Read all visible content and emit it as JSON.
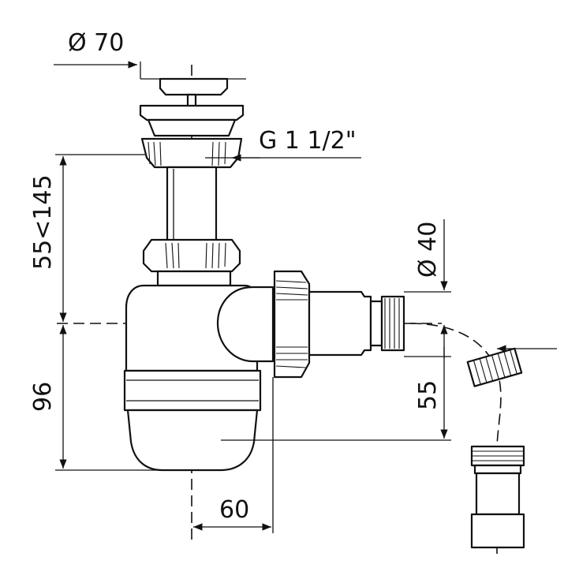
{
  "labels": {
    "outlet_diameter": "Ø 70",
    "thread": "G 1 1/2\"",
    "height_range": "55<145",
    "outlet_diameter_side": "Ø 40",
    "bottom_height": "96",
    "side_height": "55",
    "offset": "60"
  },
  "colors": {
    "line": "#111111",
    "background": "#ffffff",
    "shade": "#e6e6e6"
  }
}
